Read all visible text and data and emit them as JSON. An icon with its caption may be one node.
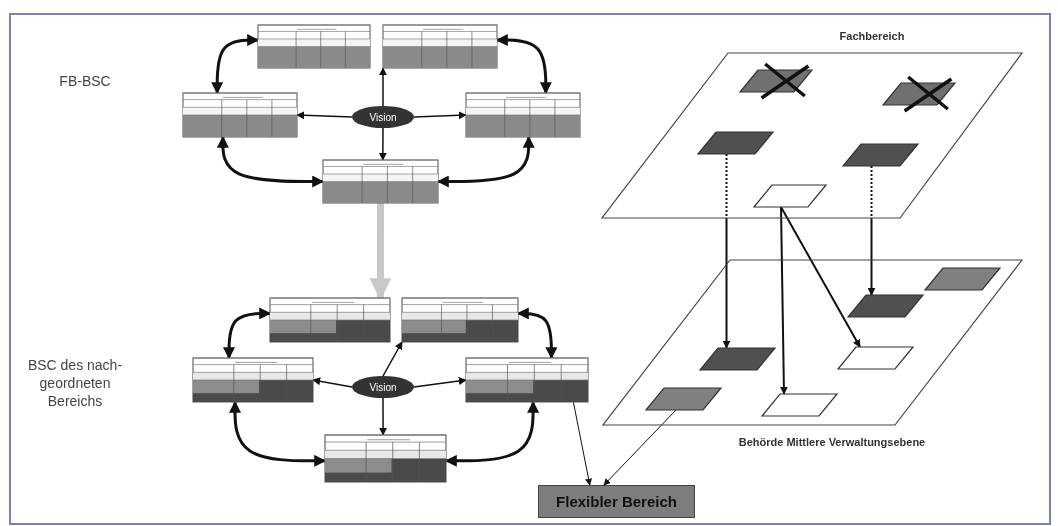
{
  "diagram": {
    "nodes": [
      {
        "text": [],
        "shape": "table"
      },
      {
        "text": [],
        "shape": "table"
      },
      {
        "text": [],
        "shape": "table"
      },
      {
        "text": [
          "Vision"
        ]
      },
      {
        "text": [],
        "shape": "table"
      },
      {
        "text": [],
        "shape": "table"
      },
      {
        "text": [],
        "shape": "table"
      },
      {
        "text": [],
        "shape": "table"
      },
      {
        "text": [],
        "shape": "table"
      },
      {
        "text": [
          "Vision"
        ]
      },
      {
        "text": [],
        "shape": "table"
      },
      {
        "text": [],
        "shape": "table"
      },
      {
        "text": [
          "Fachbereich"
        ]
      },
      {
        "text": [],
        "shape": "parallelogram",
        "in": 12
      },
      {
        "text": [],
        "shape": "parallelogram",
        "in": 12
      },
      {
        "text": [],
        "shape": "parallelogram",
        "in": 12
      },
      {
        "text": [],
        "shape": "parallelogram",
        "in": 12
      },
      {
        "text": [],
        "shape": "parallelogram",
        "in": 12
      },
      {
        "text": [
          "Behörde Mittlere Verwaltungsebene"
        ]
      },
      {
        "text": [],
        "shape": "parallelogram",
        "in": 18
      },
      {
        "text": [],
        "shape": "parallelogram",
        "in": 18
      },
      {
        "text": [],
        "shape": "parallelogram",
        "in": 18
      },
      {
        "text": [],
        "shape": "parallelogram",
        "in": 18
      },
      {
        "text": [],
        "shape": "parallelogram",
        "in": 18
      },
      {
        "text": [],
        "shape": "parallelogram",
        "in": 18
      },
      {
        "text": [
          "Flexibler Bereich"
        ]
      }
    ],
    "edges": [
      {
        "from": 0,
        "to": 2,
        "arrow": "both"
      },
      {
        "from": 1,
        "to": 4,
        "arrow": "both"
      },
      {
        "from": 2,
        "to": 5,
        "arrow": "both"
      },
      {
        "from": 4,
        "to": 5,
        "arrow": "both"
      },
      {
        "from": 3,
        "to": 1,
        "arrow": "to"
      },
      {
        "from": 3,
        "to": 2,
        "arrow": "to"
      },
      {
        "from": 3,
        "to": 4,
        "arrow": "to"
      },
      {
        "from": 3,
        "to": 5,
        "arrow": "to"
      },
      {
        "from": 5,
        "to": 6,
        "arrow": "to",
        "style": "thick",
        "color": "#c8c8c8"
      },
      {
        "from": 6,
        "to": 8,
        "arrow": "both"
      },
      {
        "from": 7,
        "to": 10,
        "arrow": "both"
      },
      {
        "from": 8,
        "to": 11,
        "arrow": "both"
      },
      {
        "from": 10,
        "to": 11,
        "arrow": "both"
      },
      {
        "from": 9,
        "to": 7,
        "arrow": "to"
      },
      {
        "from": 9,
        "to": 8,
        "arrow": "to"
      },
      {
        "from": 9,
        "to": 10,
        "arrow": "to"
      },
      {
        "from": 9,
        "to": 11,
        "arrow": "to"
      },
      {
        "from": 10,
        "to": 25,
        "arrow": "to"
      },
      {
        "from": 15,
        "to": 21,
        "arrow": "to",
        "style": "dashed"
      },
      {
        "from": 16,
        "to": 20,
        "arrow": "to",
        "style": "dashed"
      },
      {
        "from": 17,
        "to": 24,
        "arrow": "to"
      },
      {
        "from": 17,
        "to": 22,
        "arrow": "to"
      },
      {
        "from": 23,
        "to": 25,
        "arrow": "to"
      }
    ],
    "labels": [
      "FB-BSC",
      "BSC des nach- geordneten Bereichs"
    ]
  }
}
